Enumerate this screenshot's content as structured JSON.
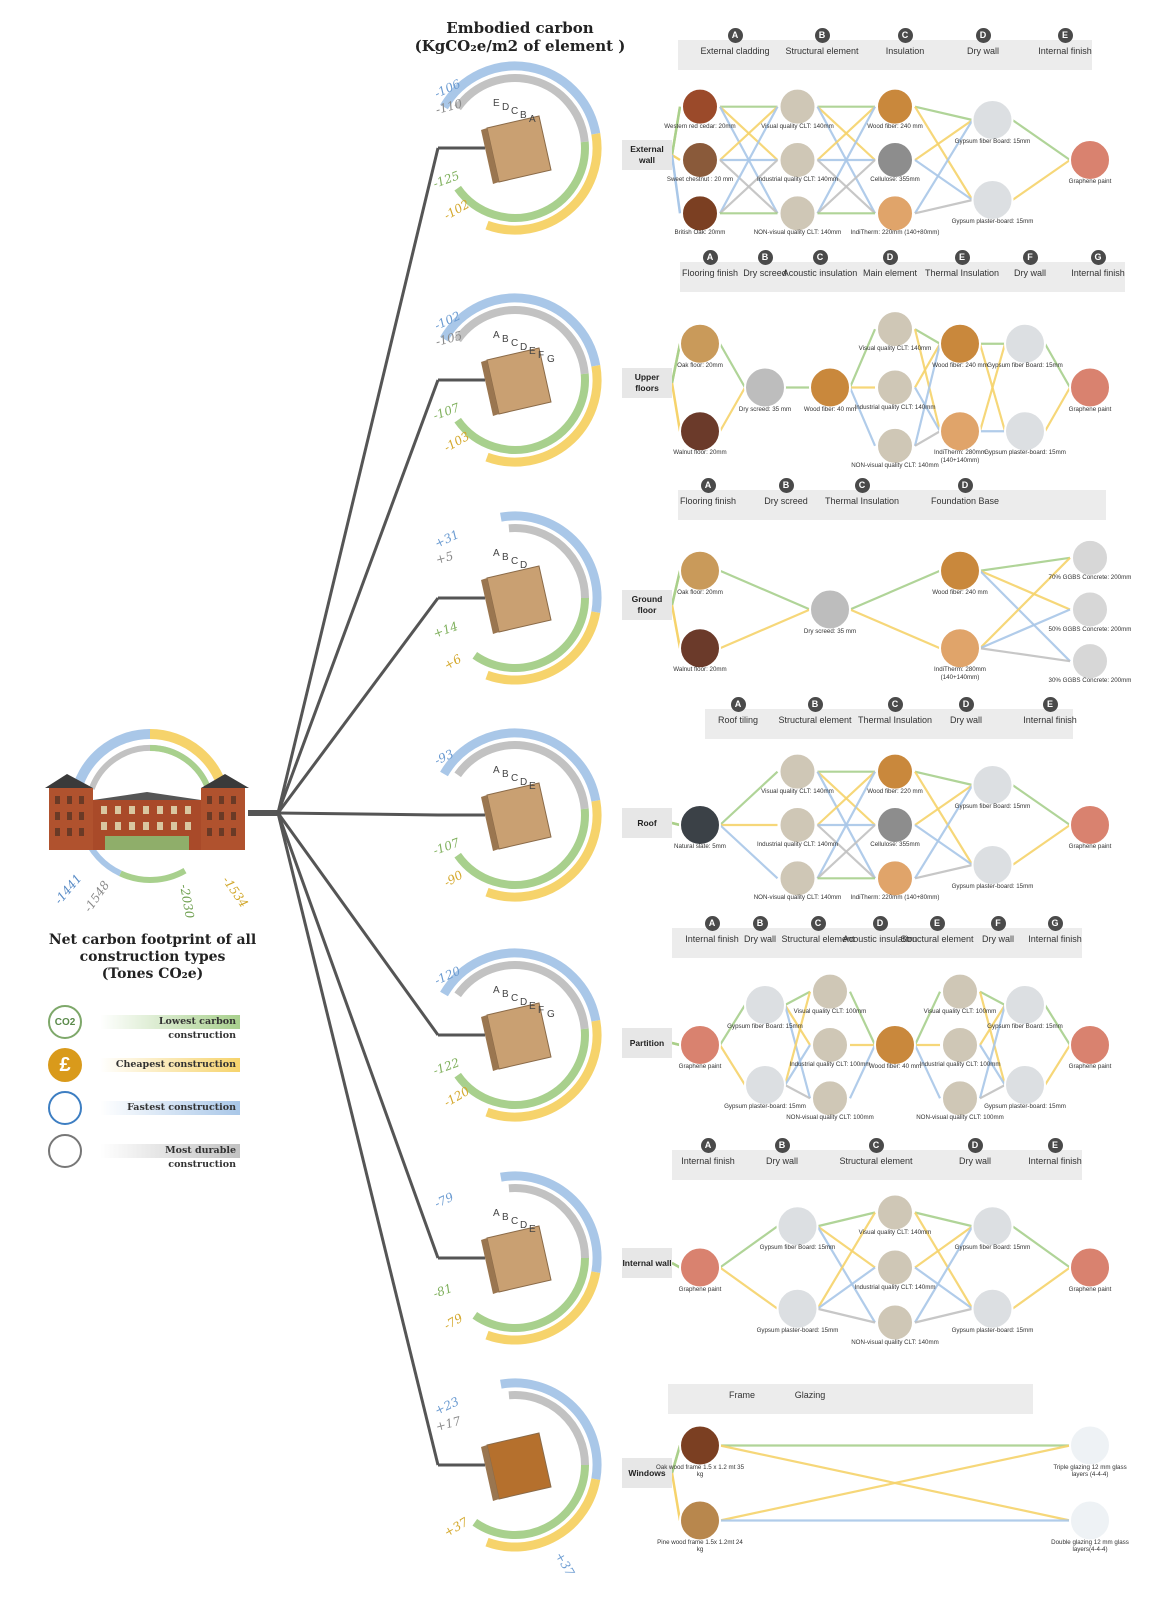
{
  "title": [
    "Embodied carbon",
    "(KgCO₂e/m2 of element )"
  ],
  "footprint_title": [
    "Net carbon footprint of all",
    "construction types",
    "(Tones CO₂e)"
  ],
  "colors": {
    "green": "#a8d08d",
    "yellow": "#f6d36b",
    "blue": "#a9c7e8",
    "gray": "#c2c2c2",
    "dark": "#4a4a4a"
  },
  "legend": [
    {
      "icon": "co2-cloud-icon",
      "label": "Lowest carbon construction",
      "color": "#a8d08d",
      "icon_text": "CO2"
    },
    {
      "icon": "pound-coin-icon",
      "label": "Cheapest construction",
      "color": "#f6d36b",
      "icon_text": "£"
    },
    {
      "icon": "stopwatch-icon",
      "label": "Fastest construction",
      "color": "#a9c7e8",
      "icon_text": ""
    },
    {
      "icon": "flexed-arm-icon",
      "label": "Most durable construction",
      "color": "#c2c2c2",
      "icon_text": ""
    }
  ],
  "net_values": {
    "blue": "-1441",
    "gray": "-1548",
    "green": "-2030",
    "yellow": "-1534"
  },
  "elements": [
    {
      "name": "External wall",
      "header": [
        {
          "letter": "A",
          "label": "External cladding"
        },
        {
          "letter": "B",
          "label": "Structural element"
        },
        {
          "letter": "C",
          "label": "Insulation"
        },
        {
          "letter": "D",
          "label": "Dry wall"
        },
        {
          "letter": "E",
          "label": "Internal finish"
        }
      ],
      "layer_letters": [
        "E",
        "D",
        "C",
        "B",
        "A"
      ],
      "ring_values": {
        "blue": "-106",
        "gray": "-110",
        "green": "-125",
        "yellow": "-102"
      },
      "columns": [
        [
          "Western red cedar: 20mm",
          "Sweet chestnut : 20 mm",
          "British Oak: 20mm"
        ],
        [
          "Visual quality CLT: 140mm",
          "Industrial quality CLT: 140mm",
          "NON-visual quality CLT: 140mm"
        ],
        [
          "Wood fiber: 240 mm",
          "Cellulose: 355mm",
          "IndiTherm: 220mm (140+80mm)"
        ],
        [
          "Gypsum fiber Board: 15mm",
          "Gypsum plaster-board: 15mm"
        ],
        [
          "Graphene paint"
        ]
      ]
    },
    {
      "name": "Upper floors",
      "header": [
        {
          "letter": "A",
          "label": "Flooring finish"
        },
        {
          "letter": "B",
          "label": "Dry screed"
        },
        {
          "letter": "C",
          "label": "Acoustic insulation"
        },
        {
          "letter": "D",
          "label": "Main element"
        },
        {
          "letter": "E",
          "label": "Thermal Insulation"
        },
        {
          "letter": "F",
          "label": "Dry wall"
        },
        {
          "letter": "G",
          "label": "Internal finish"
        }
      ],
      "layer_letters": [
        "A",
        "B",
        "C",
        "D",
        "E",
        "F",
        "G"
      ],
      "ring_values": {
        "blue": "-102",
        "gray": "-105",
        "green": "-107",
        "yellow": "-103"
      },
      "columns": [
        [
          "Oak floor: 20mm",
          "Walnut floor: 20mm"
        ],
        [
          "Dry screed: 35 mm"
        ],
        [
          "Wood fiber: 40 mm"
        ],
        [
          "Visual quality CLT: 140mm",
          "Industrial quality CLT: 140mm",
          "NON-visual quality CLT: 140mm"
        ],
        [
          "Wood fiber: 240 mm",
          "IndiTherm: 280mm (140+140mm)"
        ],
        [
          "Gypsum fiber Board: 15mm",
          "Gypsum plaster-board: 15mm"
        ],
        [
          "Graphene paint"
        ]
      ]
    },
    {
      "name": "Ground floor",
      "header": [
        {
          "letter": "A",
          "label": "Flooring finish"
        },
        {
          "letter": "B",
          "label": "Dry screed"
        },
        {
          "letter": "C",
          "label": "Thermal Insulation"
        },
        {
          "letter": "D",
          "label": "Foundation Base"
        }
      ],
      "layer_letters": [
        "A",
        "B",
        "C",
        "D"
      ],
      "ring_values": {
        "yellow": "+6",
        "gray": "+5",
        "green": "+14",
        "blue": "+31"
      },
      "columns": [
        [
          "Oak floor: 20mm",
          "Walnut floor: 20mm"
        ],
        [
          "Dry screed: 35 mm"
        ],
        [
          "Wood fiber: 240 mm",
          "IndiTherm: 280mm (140+140mm)"
        ],
        [
          "70% GGBS Concrete: 200mm",
          "50% GGBS Concrete: 200mm",
          "30% GGBS Concrete: 200mm"
        ]
      ]
    },
    {
      "name": "Roof",
      "header": [
        {
          "letter": "A",
          "label": "Roof tiling"
        },
        {
          "letter": "B",
          "label": "Structural element"
        },
        {
          "letter": "C",
          "label": "Thermal Insulation"
        },
        {
          "letter": "D",
          "label": "Dry wall"
        },
        {
          "letter": "E",
          "label": "Internal finish"
        }
      ],
      "layer_letters": [
        "A",
        "B",
        "C",
        "D",
        "E"
      ],
      "ring_values": {
        "blue": "-93",
        "green": "-107",
        "yellow": "-90"
      },
      "columns": [
        [
          "Natural slate: 5mm"
        ],
        [
          "Visual quality CLT: 140mm",
          "Industrial quality CLT: 140mm",
          "NON-visual quality CLT: 140mm"
        ],
        [
          "Wood fiber: 220 mm",
          "Cellulose: 355mm",
          "IndiTherm: 220mm (140+80mm)"
        ],
        [
          "Gypsum fiber Board: 15mm",
          "Gypsum plaster-board: 15mm"
        ],
        [
          "Graphene paint"
        ]
      ]
    },
    {
      "name": "Partition",
      "header": [
        {
          "letter": "A",
          "label": "Internal finish"
        },
        {
          "letter": "B",
          "label": "Dry wall"
        },
        {
          "letter": "C",
          "label": "Structural element"
        },
        {
          "letter": "D",
          "label": "Acoustic insulation"
        },
        {
          "letter": "E",
          "label": "Structural element"
        },
        {
          "letter": "F",
          "label": "Dry wall"
        },
        {
          "letter": "G",
          "label": "Internal finish"
        }
      ],
      "layer_letters": [
        "A",
        "B",
        "C",
        "D",
        "E",
        "F",
        "G"
      ],
      "ring_values": {
        "blue": "-120",
        "green": "-122",
        "yellow": "-120"
      },
      "columns": [
        [
          "Graphene paint"
        ],
        [
          "Gypsum fiber Board: 15mm",
          "Gypsum plaster-board: 15mm"
        ],
        [
          "Visual quality CLT: 100mm",
          "Industrial quality CLT: 100mm",
          "NON-visual quality CLT: 100mm"
        ],
        [
          "Wood fiber: 40 mm"
        ],
        [
          "Visual quality CLT: 100mm",
          "Industrial quality CLT: 100mm",
          "NON-visual quality CLT: 100mm"
        ],
        [
          "Gypsum fiber Board: 15mm",
          "Gypsum plaster-board: 15mm"
        ],
        [
          "Graphene paint"
        ]
      ]
    },
    {
      "name": "Internal wall",
      "header": [
        {
          "letter": "A",
          "label": "Internal finish"
        },
        {
          "letter": "B",
          "label": "Dry wall"
        },
        {
          "letter": "C",
          "label": "Structural element"
        },
        {
          "letter": "D",
          "label": "Dry wall"
        },
        {
          "letter": "E",
          "label": "Internal finish"
        }
      ],
      "layer_letters": [
        "A",
        "B",
        "C",
        "D",
        "E"
      ],
      "ring_values": {
        "blue": "-79",
        "green": "-81",
        "yellow": "-79"
      },
      "columns": [
        [
          "Graphene paint"
        ],
        [
          "Gypsum fiber Board: 15mm",
          "Gypsum plaster-board: 15mm"
        ],
        [
          "Visual quality CLT: 140mm",
          "Industrial quality CLT: 140mm",
          "NON-visual quality CLT: 140mm"
        ],
        [
          "Gypsum fiber Board: 15mm",
          "Gypsum plaster-board: 15mm"
        ],
        [
          "Graphene paint"
        ]
      ]
    },
    {
      "name": "Windows",
      "header": [
        {
          "letter": "",
          "label": "Frame"
        },
        {
          "letter": "",
          "label": "Glazing"
        }
      ],
      "layer_letters": [],
      "ring_values": {
        "yellow": "+37",
        "gray": "+17",
        "blue": "+23",
        "blue2": "+37"
      },
      "columns": [
        [
          "Oak wood frame 1.5 x 1.2 mt 35 kg",
          "Pine wood frame 1.5x 1.2mt 24 kg"
        ],
        [
          "Triple glazing 12 mm glass layers (4-4-4)",
          "Double glazing 12 mm glass layers(4-4-4)"
        ]
      ]
    }
  ]
}
